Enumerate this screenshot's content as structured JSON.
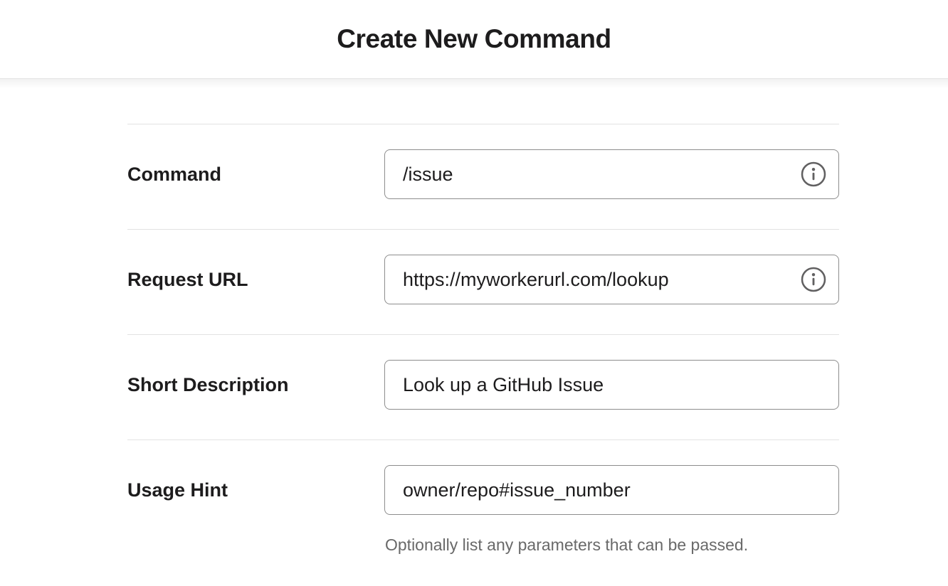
{
  "header": {
    "title": "Create New Command"
  },
  "form": {
    "fields": [
      {
        "label": "Command",
        "value": "/issue",
        "has_info_icon": true
      },
      {
        "label": "Request URL",
        "value": "https://myworkerurl.com/lookup",
        "has_info_icon": true
      },
      {
        "label": "Short Description",
        "value": "Look up a GitHub Issue",
        "has_info_icon": false
      },
      {
        "label": "Usage Hint",
        "value": "owner/repo#issue_number",
        "has_info_icon": false,
        "help_text": "Optionally list any parameters that can be passed."
      }
    ]
  },
  "icons": {
    "info": "ⓘ"
  },
  "colors": {
    "text": "#1d1c1d",
    "input_border": "#8d8d8d",
    "divider": "#e2e2e2",
    "help_text": "#696969",
    "info_icon": "#616061",
    "background": "#ffffff"
  }
}
